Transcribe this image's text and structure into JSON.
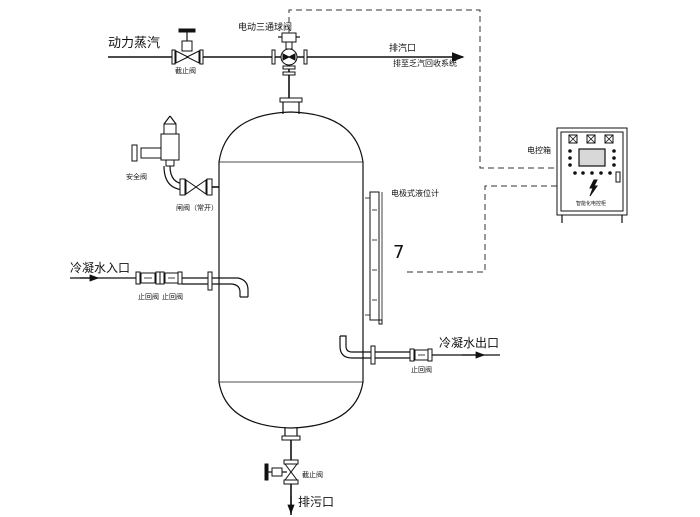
{
  "labels": {
    "motive_steam": "动力蒸汽",
    "globe_valve_top": "截止阀",
    "three_way_valve": "电动三通球阀",
    "exhaust_port": "排汽口",
    "to_recovery": "排至乏汽回收系统",
    "safety_valve": "安全阀",
    "gate_valve": "闸阀（常开）",
    "control_box": "电控箱",
    "level_gauge": "电极式液位计",
    "level_number": "7",
    "condensate_in": "冷凝水入口",
    "check_valve_in": "止回阀",
    "check_valve_in_2": "止回阀",
    "condensate_out": "冷凝水出口",
    "check_valve_out": "止回阀",
    "globe_valve_bottom": "截止阀",
    "drain_port": "排污口",
    "box_caption": "智能化电控柜",
    "gauge_tag": "⊡"
  },
  "colors": {
    "line": "#111111",
    "screen": "#d8d8d8",
    "background": "#ffffff"
  }
}
